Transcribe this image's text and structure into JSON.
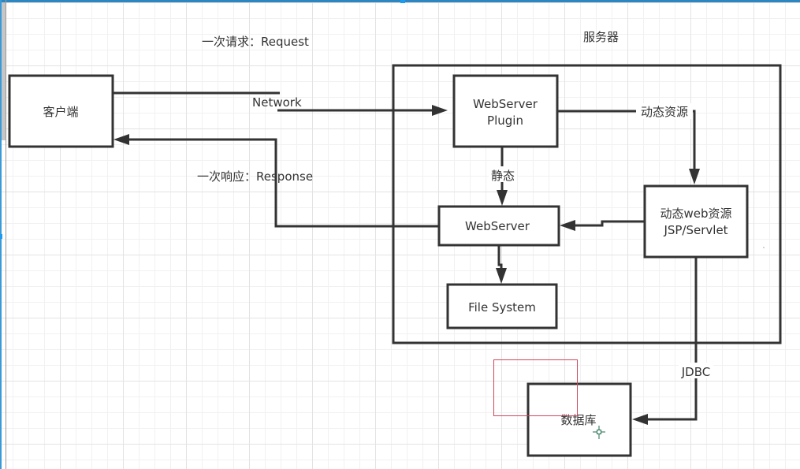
{
  "diagram": {
    "title_labels": {
      "request": "一次请求：Request",
      "response": "一次响应：Response",
      "server": "服务器"
    },
    "nodes": {
      "client": "客户端",
      "plugin_line1": "WebServer",
      "plugin_line2": "Plugin",
      "webserver": "WebServer",
      "filesystem": "File System",
      "dynamic_line1": "动态web资源",
      "dynamic_line2": "JSP/Servlet",
      "database": "数据库"
    },
    "edges": {
      "network": "Network",
      "static": "静态",
      "dynamic_resource": "动态资源",
      "jdbc": "JDBC"
    },
    "colors": {
      "stroke": "#333333",
      "selection": "#d0465e",
      "grid_major": "#e3e3e3",
      "grid_minor": "#f1f1f1",
      "accent": "#2e86c1"
    }
  }
}
